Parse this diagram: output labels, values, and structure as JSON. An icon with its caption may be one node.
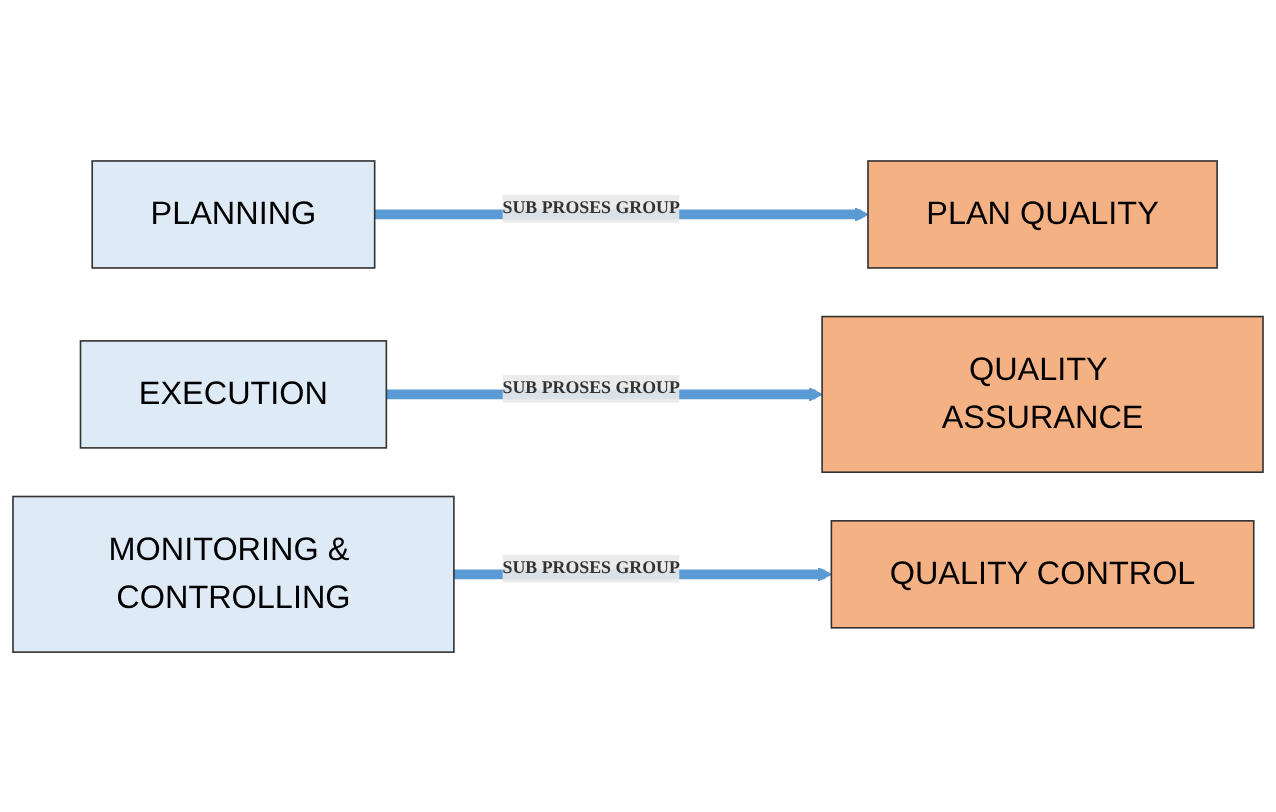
{
  "diagram": {
    "nodes": [
      {
        "text": [
          "PLANNING"
        ]
      },
      {
        "text": [
          "PLAN QUALITY"
        ]
      },
      {
        "text": [
          "EXECUTION"
        ]
      },
      {
        "text": [
          "QUALITY ASSURANCE"
        ]
      },
      {
        "text": [
          "MONITORING & CONTROLLING"
        ]
      },
      {
        "text": [
          "QUALITY CONTROL"
        ]
      }
    ],
    "edges": [
      {
        "from": 0,
        "to": 1,
        "arrow": "to",
        "label": "SUB PROSES GROUP"
      },
      {
        "from": 2,
        "to": 3,
        "arrow": "to",
        "label": "SUB PROSES GROUP"
      },
      {
        "from": 4,
        "to": 5,
        "arrow": "to",
        "label": "SUB PROSES GROUP"
      }
    ]
  }
}
